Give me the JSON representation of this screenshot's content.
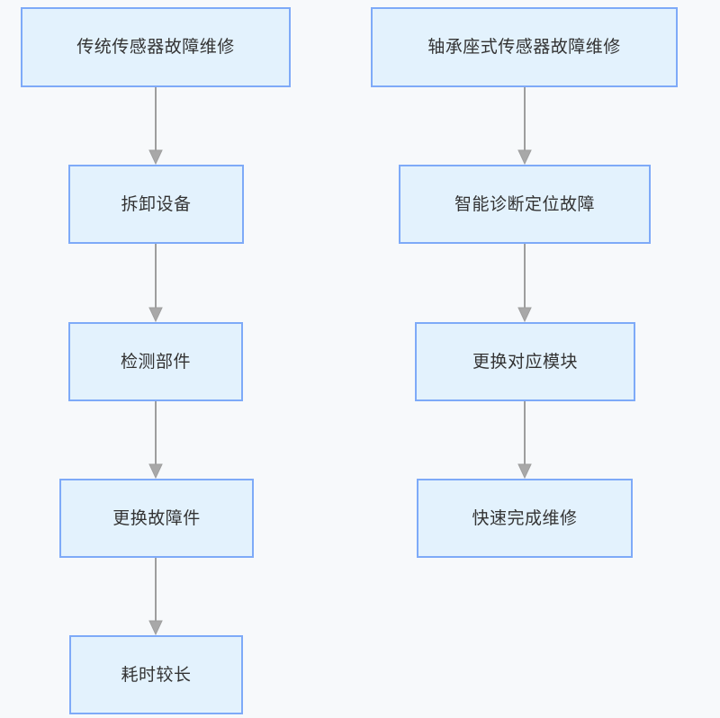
{
  "diagram": {
    "type": "flowchart",
    "orientation": "top-to-bottom",
    "background_color": "#f7f9fb",
    "node_fill_color": "#e3f2fd",
    "node_border_color": "#7eaaf8",
    "node_text_color": "#333333",
    "edge_color": "#9e9e9e",
    "columns": [
      {
        "id": "traditional",
        "nodes": [
          {
            "id": "t1",
            "label": "传统传感器故障维修"
          },
          {
            "id": "t2",
            "label": "拆卸设备"
          },
          {
            "id": "t3",
            "label": "检测部件"
          },
          {
            "id": "t4",
            "label": "更换故障件"
          },
          {
            "id": "t5",
            "label": "耗时较长"
          }
        ],
        "edges": [
          {
            "from": "t1",
            "to": "t2"
          },
          {
            "from": "t2",
            "to": "t3"
          },
          {
            "from": "t3",
            "to": "t4"
          },
          {
            "from": "t4",
            "to": "t5"
          }
        ]
      },
      {
        "id": "bearing-seat",
        "nodes": [
          {
            "id": "b1",
            "label": "轴承座式传感器故障维修"
          },
          {
            "id": "b2",
            "label": "智能诊断定位故障"
          },
          {
            "id": "b3",
            "label": "更换对应模块"
          },
          {
            "id": "b4",
            "label": "快速完成维修"
          }
        ],
        "edges": [
          {
            "from": "b1",
            "to": "b2"
          },
          {
            "from": "b2",
            "to": "b3"
          },
          {
            "from": "b3",
            "to": "b4"
          }
        ]
      }
    ]
  }
}
